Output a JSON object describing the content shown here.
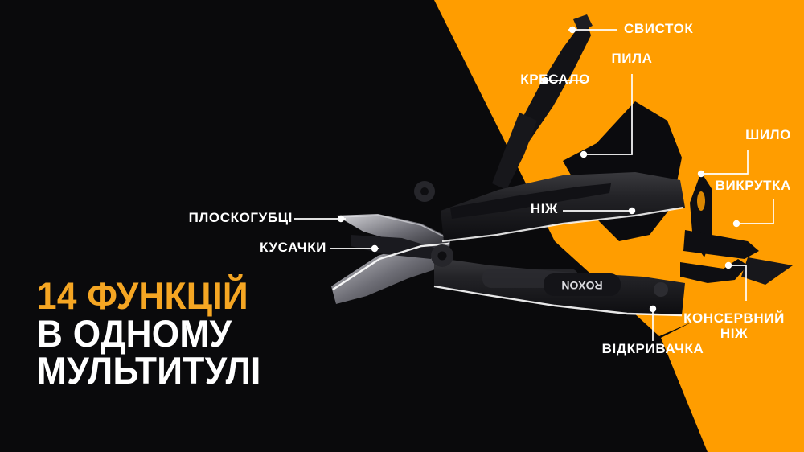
{
  "headline": {
    "line1": "14 ФУНКЦІЙ",
    "line2": "В ОДНОМУ",
    "line3": "МУЛЬТИТУЛІ",
    "accent_color": "#f5a623",
    "text_color": "#ffffff"
  },
  "brand": {
    "name": "ROXON",
    "logo_on_handle": "ROXON"
  },
  "theme": {
    "background_color": "#0a0a0c",
    "wedge_color": "#ff9d00",
    "leader_color": "#ffffff"
  },
  "callouts": [
    {
      "id": "pliers",
      "label": "ПЛОСКОГУБЦІ",
      "align": "right"
    },
    {
      "id": "cutters",
      "label": "КУСАЧКИ",
      "align": "right"
    },
    {
      "id": "whistle",
      "label": "СВИСТОК",
      "align": "left"
    },
    {
      "id": "firestarter",
      "label": "КРЕСАЛО",
      "align": "right"
    },
    {
      "id": "saw",
      "label": "ПИЛА",
      "align": "center"
    },
    {
      "id": "knife",
      "label": "НІЖ",
      "align": "right"
    },
    {
      "id": "awl",
      "label": "ШИЛО",
      "align": "right"
    },
    {
      "id": "screwdriver",
      "label": "ВИКРУТКА",
      "align": "right"
    },
    {
      "id": "canopener",
      "label": "КОНСЕРВНИЙ\nНІЖ",
      "align": "center"
    },
    {
      "id": "bottleopener",
      "label": "ВІДКРИВАЧКА",
      "align": "center"
    }
  ]
}
